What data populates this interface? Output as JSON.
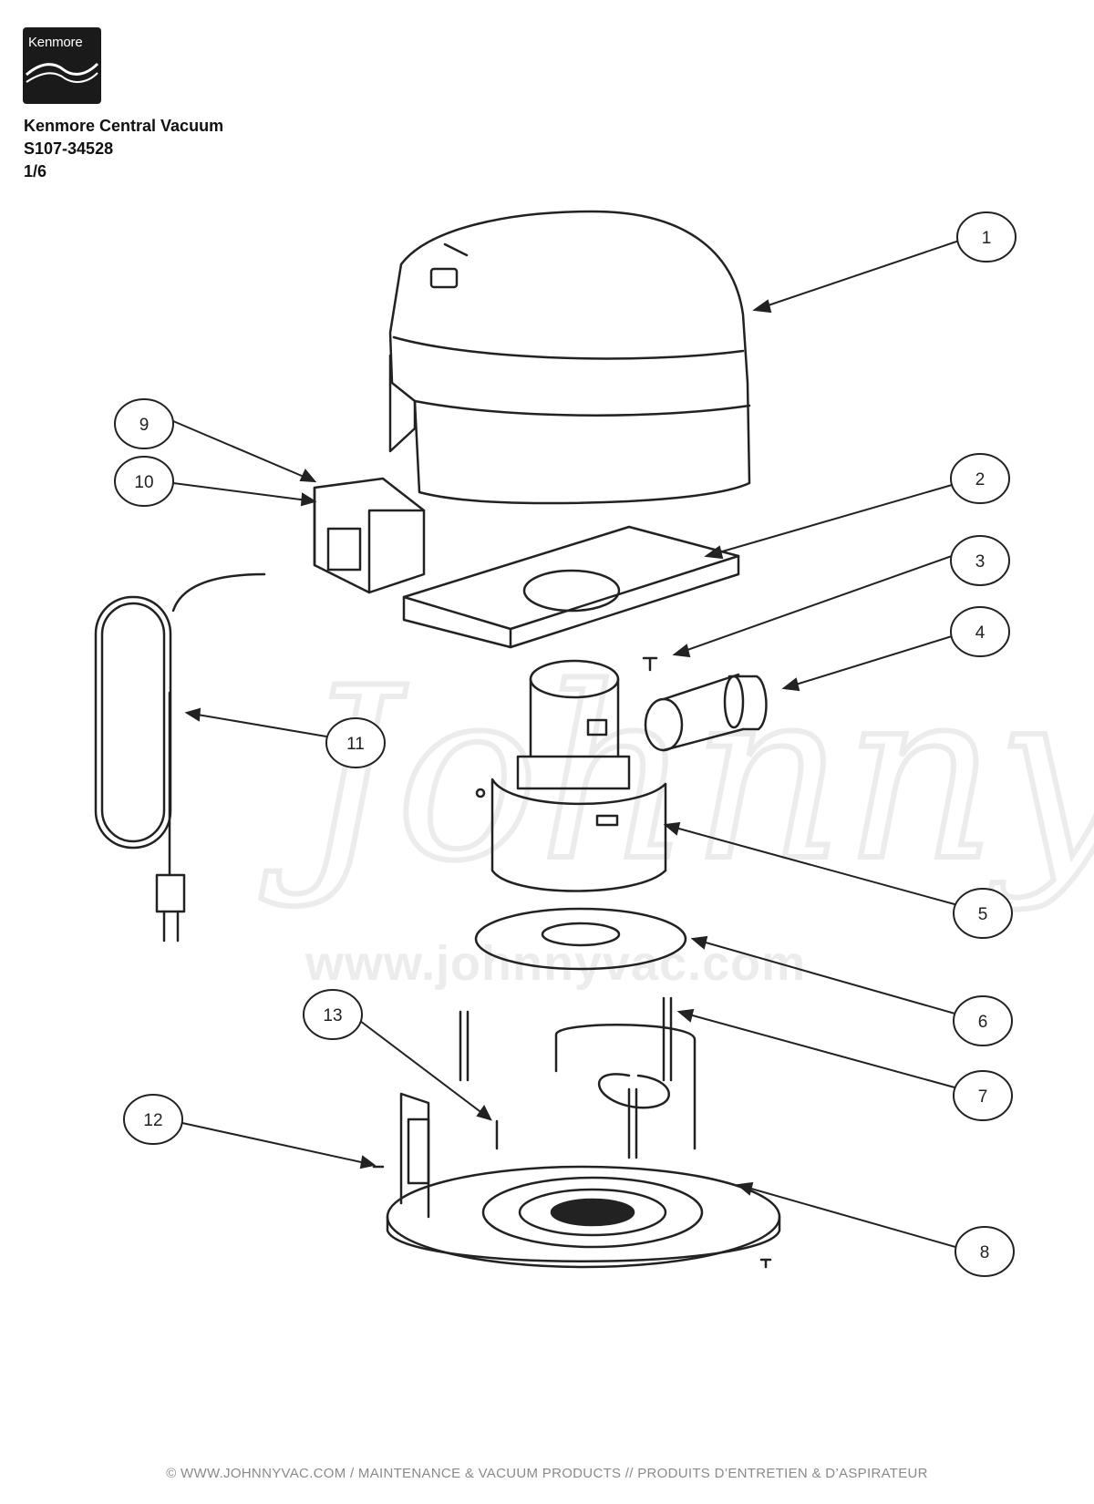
{
  "logo": {
    "brand": "Kenmore"
  },
  "header": {
    "title": "Kenmore Central Vacuum",
    "model": "S107-34528",
    "page": "1/6"
  },
  "watermark": {
    "url": "www.johnnyvac.com"
  },
  "callouts": [
    "1",
    "2",
    "3",
    "4",
    "5",
    "6",
    "7",
    "8",
    "9",
    "10",
    "11",
    "12",
    "13"
  ],
  "footer": {
    "text": "© WWW.JOHNNYVAC.COM / MAINTENANCE & VACUUM PRODUCTS  //  PRODUITS D’ENTRETIEN & D’ASPIRATEUR"
  },
  "colors": {
    "line": "#222222",
    "watermark": "#ececec",
    "footer": "#8a8a8a"
  }
}
